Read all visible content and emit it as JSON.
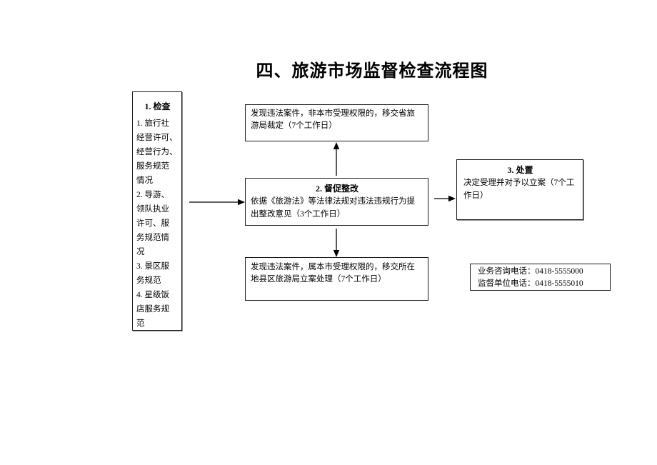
{
  "page": {
    "title": "四、旅游市场监督检查流程图"
  },
  "colors": {
    "background": "#ffffff",
    "border": "#1a1a1a",
    "text": "#000000"
  },
  "flowchart": {
    "inspect": {
      "heading": "1. 检查",
      "body": "1. 旅行社\n经营许可、\n经营行为、\n服务规范\n情况\n2. 导游、\n领队执业\n许可、服\n务规范情\n况\n3. 景区服\n务规范\n4. 星级饭\n店服务规\n范"
    },
    "province_transfer": {
      "text": "发现违法案件，非本市受理权限的，移交省旅\n游局裁定（7个工作日）"
    },
    "rectify": {
      "heading": "2. 督促整改",
      "body": "依据《旅游法》等法律法规对违法违规行为提\n出整改意见（3个工作日）"
    },
    "county_transfer": {
      "text": "发现违法案件，属本市受理权限的，移交所在\n地县区旅游局立案处理（7个工作日）"
    },
    "dispose": {
      "heading": "3. 处置",
      "body": "决定受理并对予以立案（7个工\n作日）"
    },
    "contact": {
      "line1": "业务咨询电话：0418-5555000",
      "line2": "监督单位电话：0418-5555010"
    }
  }
}
